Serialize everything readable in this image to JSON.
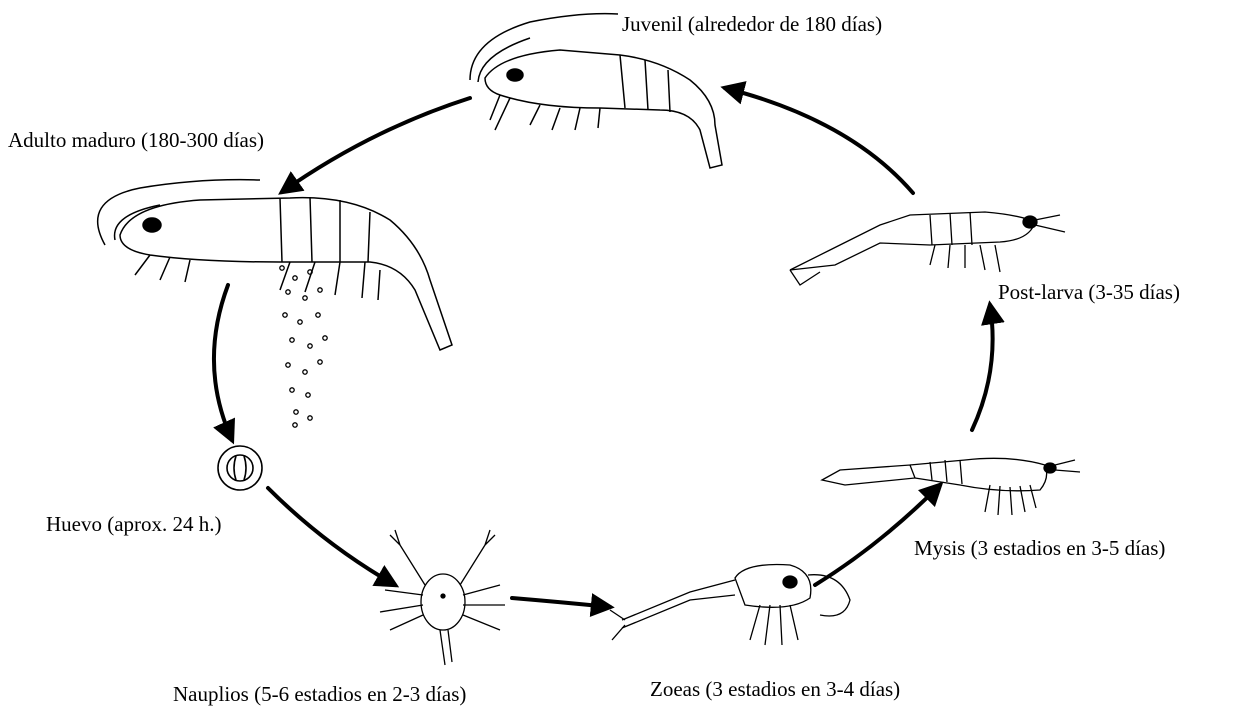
{
  "stages": {
    "juvenil": "Juvenil (alrededor de 180 días)",
    "adulto": "Adulto maduro (180-300 días)",
    "postlarva": "Post-larva (3-35 días)",
    "huevo": "Huevo (aprox. 24 h.)",
    "mysis": "Mysis (3 estadios en 3-5 días)",
    "nauplios": "Nauplios (5-6 estadios en 2-3 días)",
    "zoeas": "Zoeas (3 estadios en 3-4 días)"
  },
  "colors": {
    "ink": "#000000",
    "background": "#ffffff"
  }
}
